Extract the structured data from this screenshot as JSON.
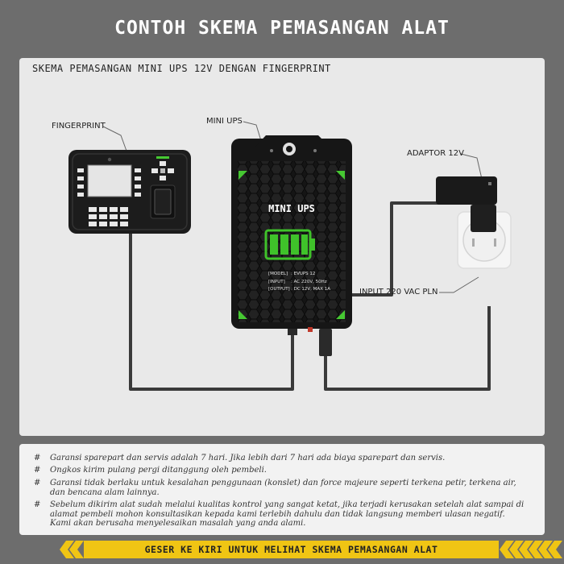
{
  "header": {
    "title": "CONTOH SKEMA PEMASANGAN ALAT"
  },
  "diagram": {
    "subtitle": "SKEMA PEMASANGAN MINI UPS 12V DENGAN FINGERPRINT",
    "labels": {
      "fingerprint": "FINGERPRINT",
      "mini_ups": "MINI UPS",
      "adaptor": "ADAPTOR 12V",
      "input": "INPUT 220 VAC PLN"
    },
    "device": {
      "name": "MINI UPS",
      "specs": [
        {
          "key": "[MODEL]",
          "value": ": EVUPS 12"
        },
        {
          "key": "[INPUT]",
          "value": ": AC 220V, 50Hz"
        },
        {
          "key": "[OUTPUT]",
          "value": ": DC 12V, MAX 1A"
        }
      ]
    },
    "colors": {
      "accent_green": "#46c832",
      "battery_green": "#3fc22a"
    }
  },
  "notes": {
    "bullet": "#",
    "items": [
      "Garansi sparepart dan servis adalah 7 hari. Jika lebih dari 7 hari ada biaya sparepart dan servis.",
      "Ongkos kirim pulang pergi ditanggung oleh pembeli.",
      "Garansi tidak berlaku untuk kesalahan penggunaan (konslet) dan force majeure seperti terkena petir, terkena air, dan bencana alam lainnya.",
      "Sebelum dikirim alat sudah melalui kualitas kontrol yang sangat ketat, jika terjadi kerusakan setelah alat sampai di alamat pembeli mohon konsultasikan kepada kami terlebih dahulu dan tidak langsung memberi ulasan negatif. Kami akan berusaha menyelesaikan masalah yang anda alami."
    ]
  },
  "footer": {
    "text": "GESER KE KIRI UNTUK MELIHAT SKEMA PEMASANGAN ALAT",
    "colors": {
      "bar": "#f0c514",
      "chevrons": "#f0c514"
    }
  }
}
